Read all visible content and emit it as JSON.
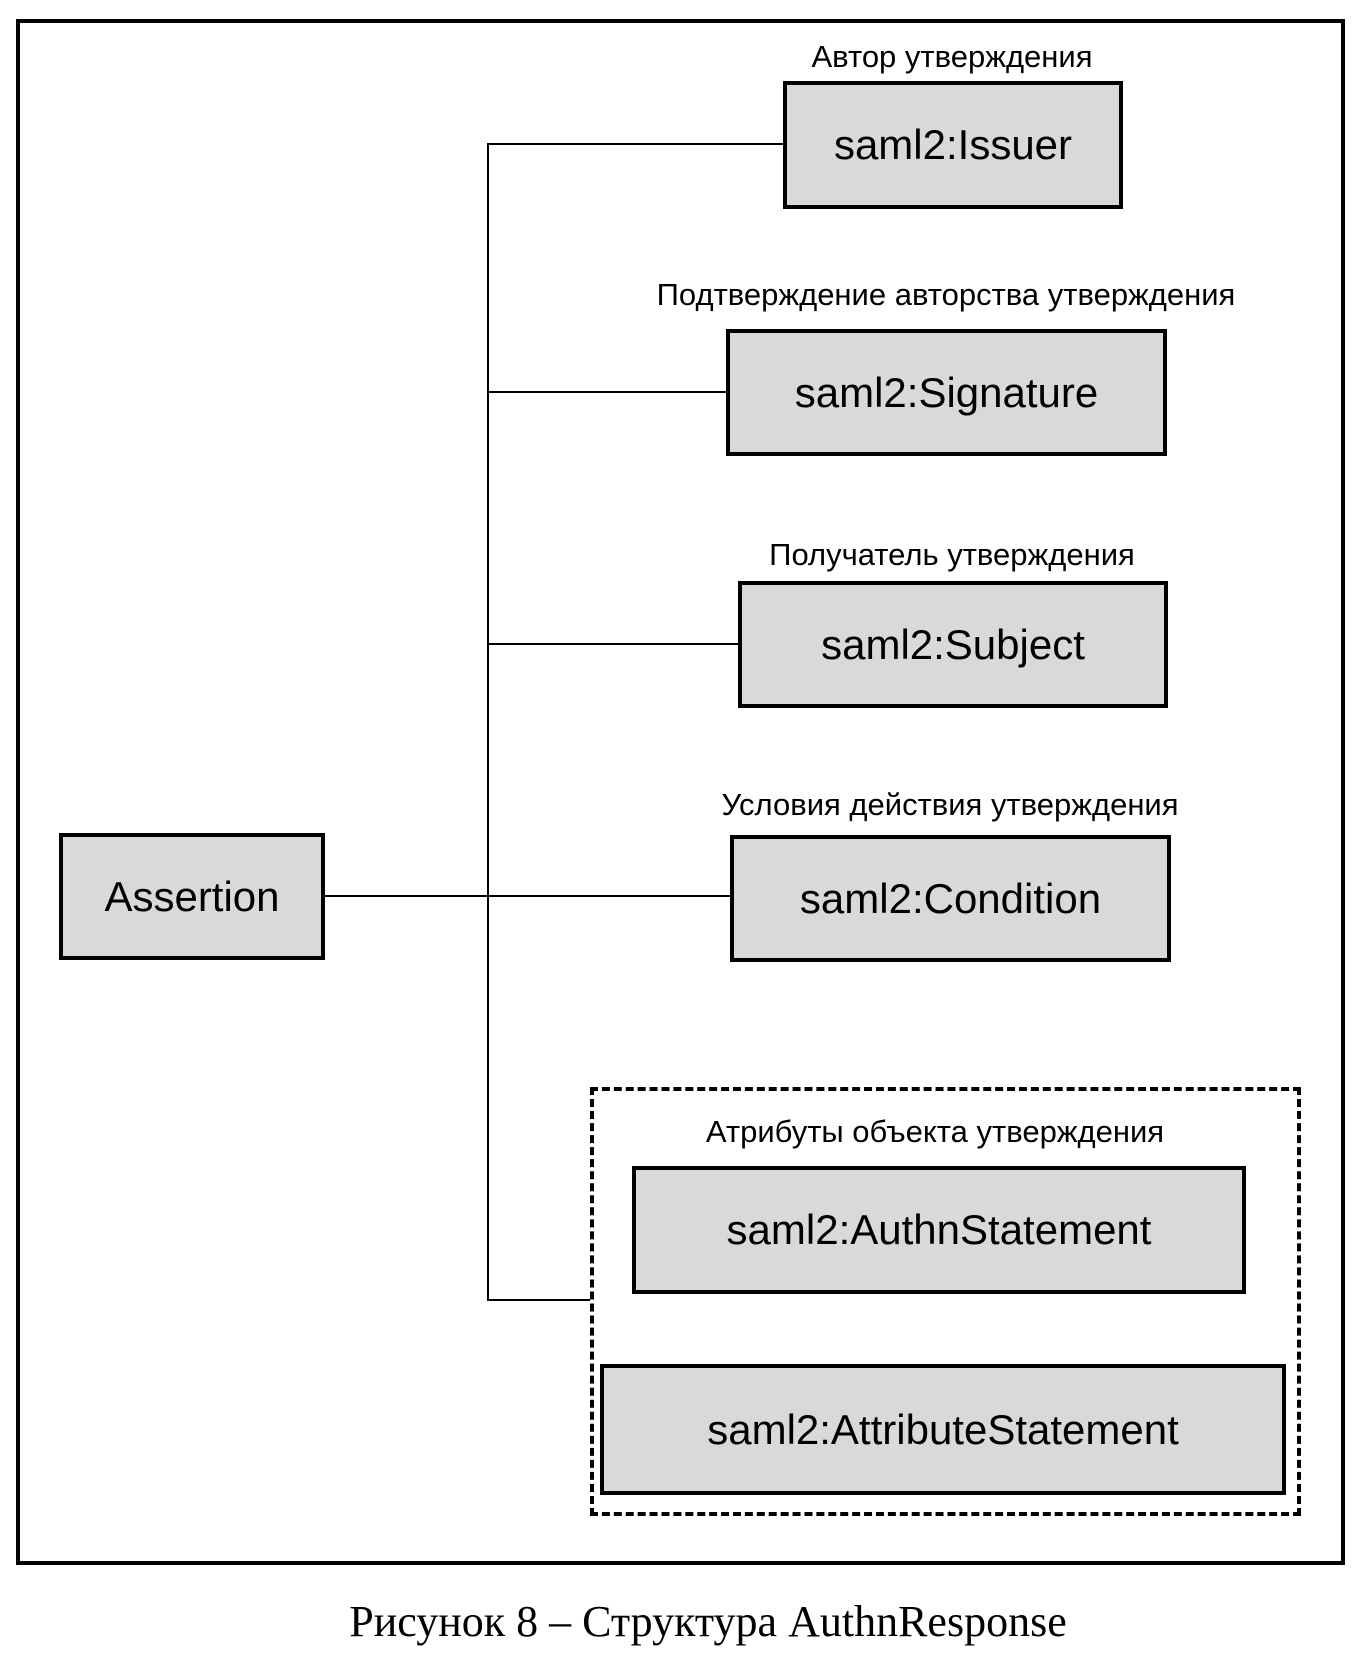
{
  "diagram": {
    "root_label": "Assertion",
    "branches": [
      {
        "annotation": "Автор утверждения",
        "label": "saml2:Issuer"
      },
      {
        "annotation": "Подтверждение авторства утверждения",
        "label": "saml2:Signature"
      },
      {
        "annotation": "Получатель утверждения",
        "label": "saml2:Subject"
      },
      {
        "annotation": "Условия действия утверждения",
        "label": "saml2:Condition"
      }
    ],
    "attributes_group": {
      "annotation": "Атрибуты объекта утверждения",
      "items": [
        {
          "label": "saml2:AuthnStatement"
        },
        {
          "label": "saml2:AttributeStatement"
        }
      ]
    }
  },
  "caption": "Рисунок 8 – Структура AuthnResponse",
  "colors": {
    "node_fill": "#d9d9d9",
    "node_border": "#000000",
    "line": "#000000",
    "background": "#ffffff"
  }
}
